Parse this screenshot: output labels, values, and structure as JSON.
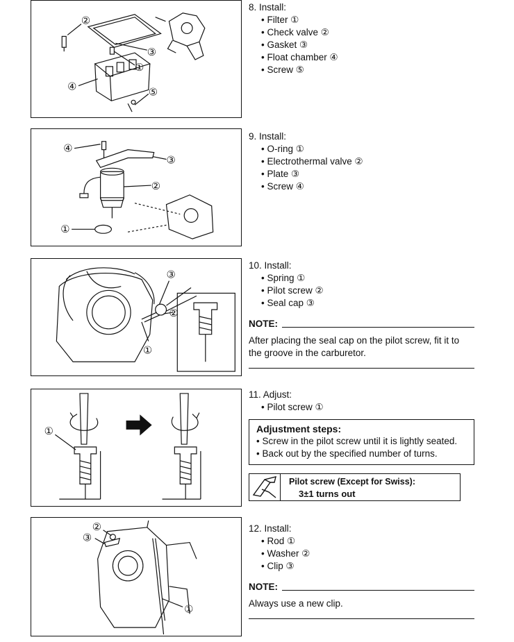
{
  "sections": [
    {
      "step": "8. Install:",
      "items": [
        "• Filter ①",
        "• Check valve ②",
        "• Gasket ③",
        "• Float chamber ④",
        "• Screw ⑤"
      ]
    },
    {
      "step": "9. Install:",
      "items": [
        "• O-ring ①",
        "• Electrothermal valve ②",
        "• Plate ③",
        "• Screw ④"
      ]
    },
    {
      "step": "10. Install:",
      "items": [
        "• Spring ①",
        "• Pilot screw ②",
        "• Seal cap ③"
      ],
      "note_label": "NOTE:",
      "note_text": "After placing the seal cap on the pilot screw, fit it to the groove in the carburetor."
    },
    {
      "step": "11. Adjust:",
      "items": [
        "• Pilot screw ①"
      ],
      "box_title": "Adjustment steps:",
      "box_items": [
        "• Screw in the pilot screw until it is lightly seated.",
        "• Back out by the specified number of turns."
      ],
      "spec_line1": "Pilot screw (Except for Swiss):",
      "spec_line2": "3±1 turns out"
    },
    {
      "step": "12. Install:",
      "items": [
        "• Rod ①",
        "• Washer ②",
        "• Clip ③"
      ],
      "note_label": "NOTE:",
      "note_text": "Always use a new clip."
    }
  ],
  "figures": {
    "fig1_callouts": [
      "②",
      "③",
      "①",
      "④",
      "⑤"
    ],
    "fig2_callouts": [
      "④",
      "③",
      "②",
      "①"
    ],
    "fig3_callouts": [
      "③",
      "②",
      "①"
    ],
    "fig4_callouts": [
      "①"
    ],
    "fig5_callouts": [
      "②",
      "③",
      "①"
    ]
  }
}
